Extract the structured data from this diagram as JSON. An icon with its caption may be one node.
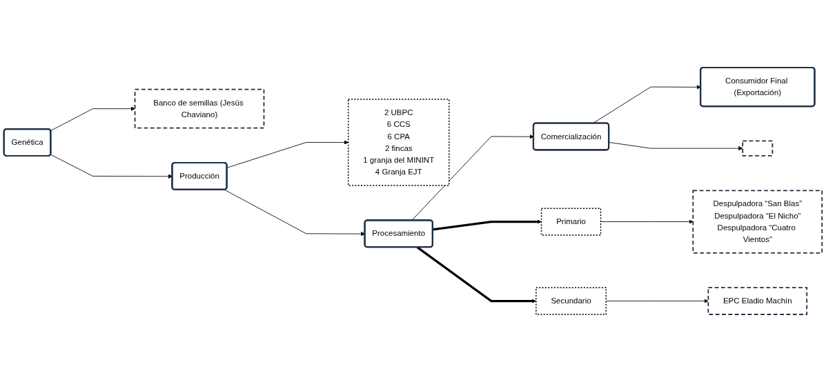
{
  "diagram": {
    "nodes": [
      {
        "text": [
          "Genética"
        ]
      },
      {
        "text": [
          "Producción"
        ]
      },
      {
        "text": [
          "Procesamiento"
        ]
      },
      {
        "text": [
          "Comercialización"
        ]
      },
      {
        "text": [
          "Consumidor Final (Exportación)"
        ]
      },
      {
        "text": [
          "Banco de semillas (Jesús Chaviano)"
        ]
      },
      {
        "text": [
          "2 UBPC",
          "6 CCS",
          "6 CPA",
          "2 fincas",
          "1 granja del MININT",
          "4 Granja EJT"
        ]
      },
      {
        "text": [
          "Primario"
        ]
      },
      {
        "text": [
          "Secundario"
        ]
      },
      {
        "text": [
          "Despulpadora “San Blas”",
          "Despulpadora “El Nicho”",
          "Despulpadora “Cuatro Vientos”"
        ]
      },
      {
        "text": [
          "EPC Eladio Machín"
        ]
      },
      {
        "text": [],
        "shape": "box"
      }
    ],
    "edges": [
      {
        "from": 0,
        "to": 1,
        "arrow": "to"
      },
      {
        "from": 1,
        "to": 2,
        "arrow": "to"
      },
      {
        "from": 2,
        "to": 3,
        "arrow": "to"
      },
      {
        "from": 3,
        "to": 4,
        "arrow": "to"
      },
      {
        "from": 0,
        "to": 5,
        "arrow": "to"
      },
      {
        "from": 1,
        "to": 6,
        "arrow": "to"
      },
      {
        "from": 2,
        "to": 7,
        "arrow": "to",
        "style": "thick"
      },
      {
        "from": 2,
        "to": 8,
        "arrow": "to",
        "style": "thick"
      },
      {
        "from": 7,
        "to": 9,
        "arrow": "to"
      },
      {
        "from": 8,
        "to": 10,
        "arrow": "to"
      },
      {
        "from": 3,
        "to": 11,
        "arrow": "to"
      }
    ]
  }
}
